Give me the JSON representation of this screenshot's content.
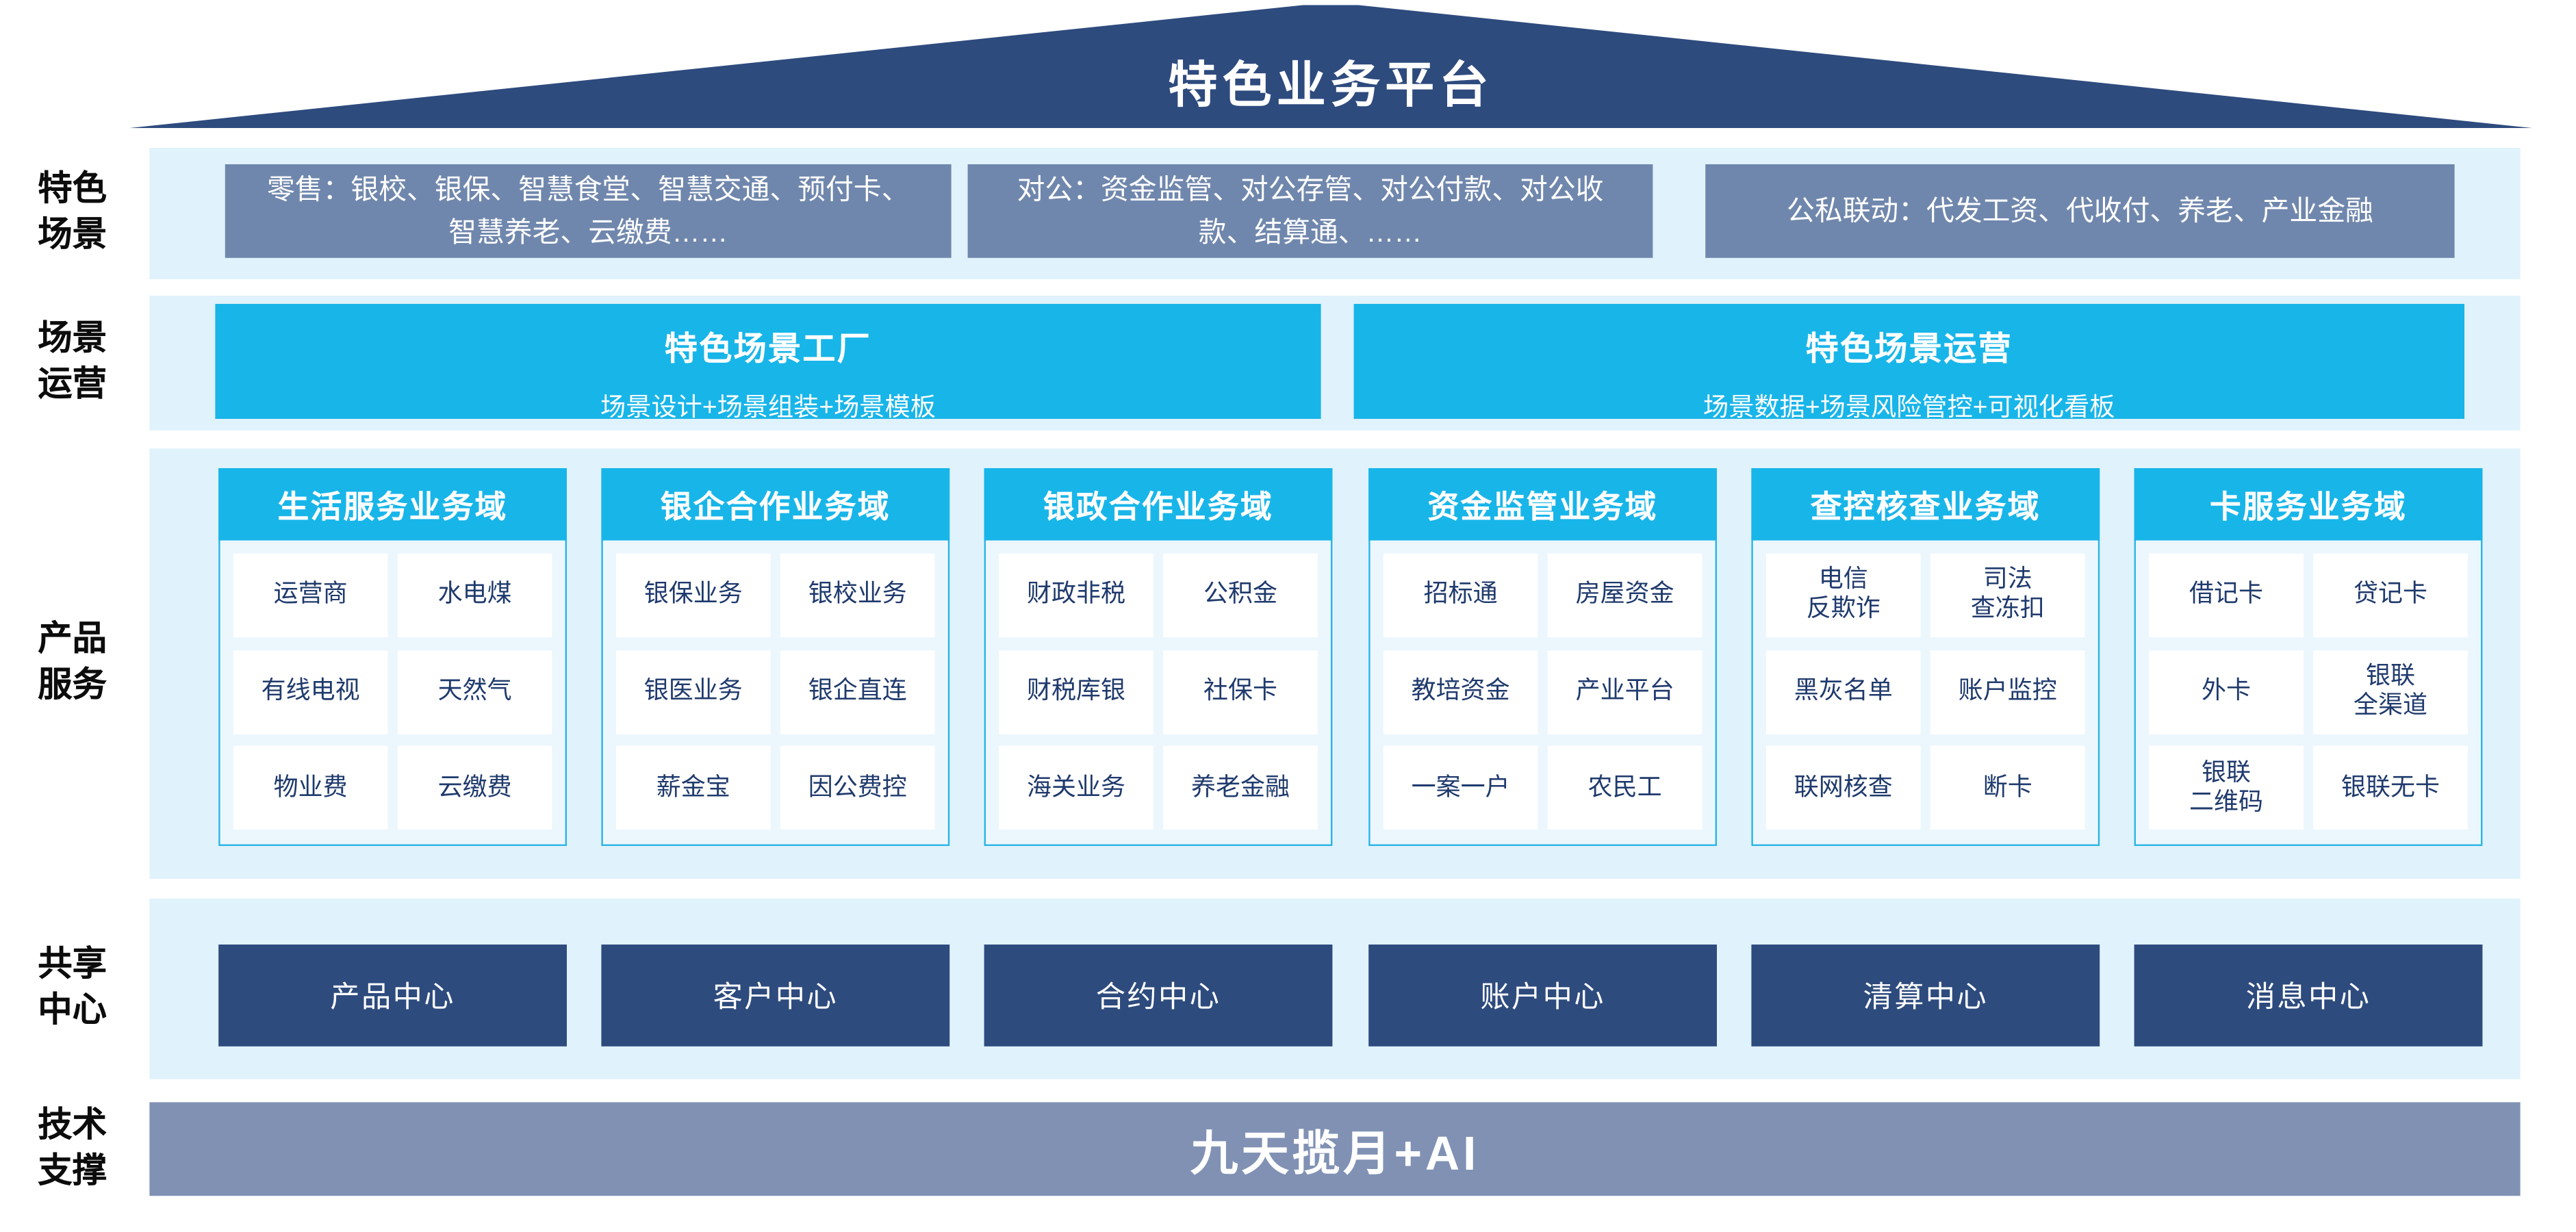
{
  "roof": {
    "title": "特色业务平台"
  },
  "scenes": {
    "label": "特色\n场景",
    "boxes": [
      "零售：银校、银保、智慧食堂、智慧交通、预付卡、智慧养老、云缴费……",
      "对公：资金监管、对公存管、对公付款、对公收款、结算通、……",
      "公私联动：代发工资、代收付、养老、产业金融"
    ]
  },
  "operation": {
    "label": "场景\n运营",
    "boxes": [
      {
        "title": "特色场景工厂",
        "subtitle": "场景设计+场景组装+场景模板"
      },
      {
        "title": "特色场景运营",
        "subtitle": "场景数据+场景风险管控+可视化看板"
      }
    ]
  },
  "products": {
    "label": "产品\n服务",
    "columns": [
      {
        "header": "生活服务业务域",
        "cells": [
          "运营商",
          "水电煤",
          "有线电视",
          "天然气",
          "物业费",
          "云缴费"
        ]
      },
      {
        "header": "银企合作业务域",
        "cells": [
          "银保业务",
          "银校业务",
          "银医业务",
          "银企直连",
          "薪金宝",
          "因公费控"
        ]
      },
      {
        "header": "银政合作业务域",
        "cells": [
          "财政非税",
          "公积金",
          "财税库银",
          "社保卡",
          "海关业务",
          "养老金融"
        ]
      },
      {
        "header": "资金监管业务域",
        "cells": [
          "招标通",
          "房屋资金",
          "教培资金",
          "产业平台",
          "一案一户",
          "农民工"
        ]
      },
      {
        "header": "查控核查业务域",
        "cells": [
          "电信\n反欺诈",
          "司法\n查冻扣",
          "黑灰名单",
          "账户监控",
          "联网核查",
          "断卡"
        ]
      },
      {
        "header": "卡服务业务域",
        "cells": [
          "借记卡",
          "贷记卡",
          "外卡",
          "银联\n全渠道",
          "银联\n二维码",
          "银联无卡"
        ]
      }
    ]
  },
  "shared": {
    "label": "共享\n中心",
    "boxes": [
      "产品中心",
      "客户中心",
      "合约中心",
      "账户中心",
      "清算中心",
      "消息中心"
    ]
  },
  "tech": {
    "label": "技术\n支撑",
    "bar": "九天揽月+AI"
  },
  "colors": {
    "navy": "#2e4b7e",
    "cyan": "#18b5e9",
    "steel_blue": "#7087ad",
    "steel_light": "#8091b4",
    "band_bg": "#e0f2fb",
    "panel_bg": "#ecf7fd",
    "panel_border": "#2ab5e5",
    "cell_text": "#1f3a6d"
  }
}
